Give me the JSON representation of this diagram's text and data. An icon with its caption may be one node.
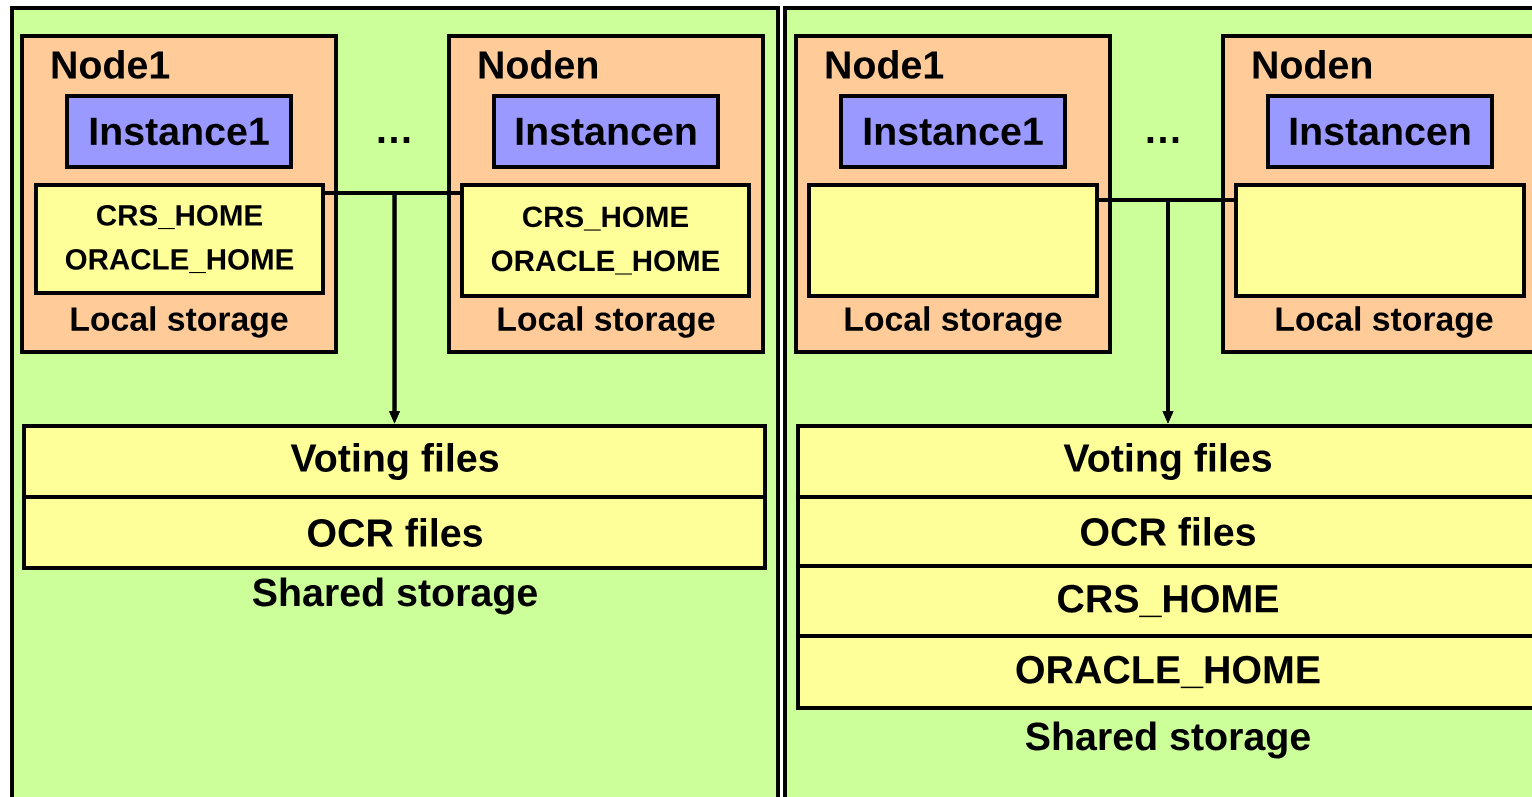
{
  "diagram": {
    "nodes": [
      {
        "text": [
          "Node1",
          "Local storage"
        ]
      },
      {
        "text": [
          "Instance1"
        ],
        "in": 0
      },
      {
        "text": [
          "CRS_HOME",
          "ORACLE_HOME"
        ],
        "in": 0
      },
      {
        "text": [
          "Noden",
          "Local storage"
        ]
      },
      {
        "text": [
          "Instancen"
        ],
        "in": 3
      },
      {
        "text": [
          "CRS_HOME",
          "ORACLE_HOME"
        ],
        "in": 3
      },
      {
        "text": [
          "Voting files"
        ]
      },
      {
        "text": [
          "OCR files"
        ]
      },
      {
        "text": [
          "Node1",
          "Local storage"
        ]
      },
      {
        "text": [
          "Instance1"
        ],
        "in": 8
      },
      {
        "text": [],
        "shape": "box",
        "in": 8
      },
      {
        "text": [
          "Noden",
          "Local storage"
        ]
      },
      {
        "text": [
          "Instancen"
        ],
        "in": 11
      },
      {
        "text": [],
        "shape": "box",
        "in": 11
      },
      {
        "text": [
          "Voting files"
        ]
      },
      {
        "text": [
          "OCR files"
        ]
      },
      {
        "text": [
          "CRS_HOME"
        ]
      },
      {
        "text": [
          "ORACLE_HOME"
        ]
      }
    ],
    "edges": [
      {
        "from": 2,
        "to": 6,
        "arrow": "to"
      },
      {
        "from": 5,
        "to": 6,
        "arrow": "to"
      },
      {
        "from": 10,
        "to": 14,
        "arrow": "to"
      },
      {
        "from": 13,
        "to": 14,
        "arrow": "to"
      }
    ],
    "labels": [
      "…",
      "Shared storage",
      "…",
      "Shared storage"
    ]
  }
}
